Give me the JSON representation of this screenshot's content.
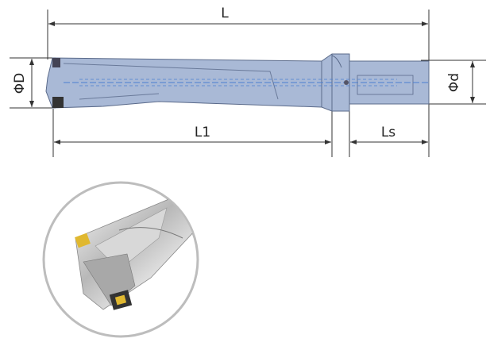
{
  "dimensions": {
    "overall_length": "L",
    "flute_length": "L1",
    "shank_length": "Ls",
    "drill_diameter": "ΦD",
    "shank_diameter": "Φd"
  },
  "colors": {
    "tool_body": "#a9b9d6",
    "tool_outline": "#5a6a8a",
    "centerline": "#4a7fd0",
    "dimension_line": "#333333",
    "photo_frame": "#bdbdbd",
    "insert": "#e0b830"
  }
}
